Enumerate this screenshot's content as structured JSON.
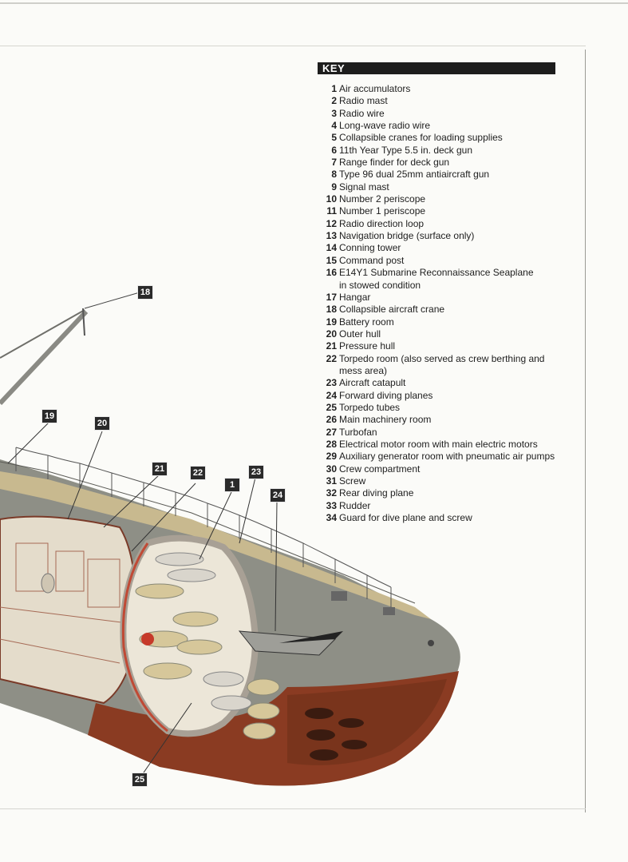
{
  "key": {
    "title": "KEY",
    "items": [
      {
        "num": "1",
        "text": "Air accumulators"
      },
      {
        "num": "2",
        "text": "Radio mast"
      },
      {
        "num": "3",
        "text": "Radio wire"
      },
      {
        "num": "4",
        "text": "Long-wave radio wire"
      },
      {
        "num": "5",
        "text": "Collapsible cranes for loading supplies"
      },
      {
        "num": "6",
        "text": "11th Year Type 5.5 in. deck gun"
      },
      {
        "num": "7",
        "text": "Range finder for deck gun"
      },
      {
        "num": "8",
        "text": "Type 96 dual 25mm antiaircraft gun"
      },
      {
        "num": "9",
        "text": "Signal mast"
      },
      {
        "num": "10",
        "text": "Number 2 periscope"
      },
      {
        "num": "11",
        "text": "Number 1 periscope"
      },
      {
        "num": "12",
        "text": "Radio direction loop"
      },
      {
        "num": "13",
        "text": "Navigation bridge (surface only)"
      },
      {
        "num": "14",
        "text": "Conning tower"
      },
      {
        "num": "15",
        "text": "Command post"
      },
      {
        "num": "16",
        "text": "E14Y1 Submarine Reconnaissance Seaplane",
        "cont": "in stowed condition"
      },
      {
        "num": "17",
        "text": "Hangar"
      },
      {
        "num": "18",
        "text": "Collapsible aircraft crane"
      },
      {
        "num": "19",
        "text": "Battery room"
      },
      {
        "num": "20",
        "text": "Outer hull"
      },
      {
        "num": "21",
        "text": "Pressure hull"
      },
      {
        "num": "22",
        "text": "Torpedo room (also served as crew berthing and",
        "cont": "mess area)"
      },
      {
        "num": "23",
        "text": "Aircraft catapult"
      },
      {
        "num": "24",
        "text": "Forward diving planes"
      },
      {
        "num": "25",
        "text": "Torpedo tubes"
      },
      {
        "num": "26",
        "text": "Main machinery room"
      },
      {
        "num": "27",
        "text": "Turbofan"
      },
      {
        "num": "28",
        "text": "Electrical motor room with main electric motors"
      },
      {
        "num": "29",
        "text": "Auxiliary generator room with pneumatic air pumps"
      },
      {
        "num": "30",
        "text": "Crew compartment"
      },
      {
        "num": "31",
        "text": "Screw"
      },
      {
        "num": "32",
        "text": "Rear diving plane"
      },
      {
        "num": "33",
        "text": "Rudder"
      },
      {
        "num": "34",
        "text": "Guard for dive plane and screw"
      }
    ]
  },
  "callouts": {
    "c18": "18",
    "c19": "19",
    "c20": "20",
    "c21": "21",
    "c22": "22",
    "c1": "1",
    "c23": "23",
    "c24": "24",
    "c25": "25"
  },
  "colors": {
    "hull_grey": "#8e8f86",
    "hull_rust": "#8a3b22",
    "interior_cream": "#e4dccb",
    "callout_bg": "#2a2a2a"
  }
}
